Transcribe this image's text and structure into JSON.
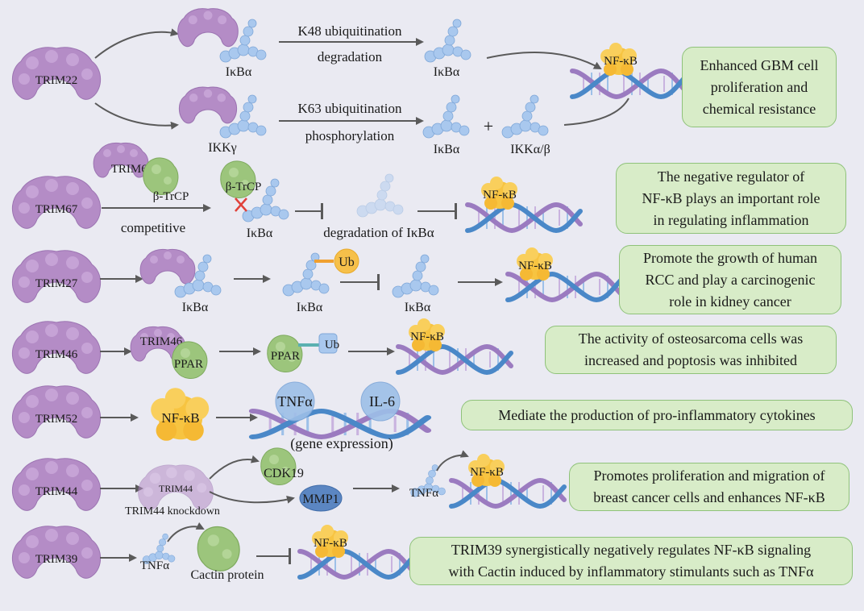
{
  "colors": {
    "background": "#eaeaf2",
    "trim_protein": "#b48cc6",
    "ikb_protein": "#a9c8ee",
    "nfkb_complex": "#f7c441",
    "green_protein": "#9cc57c",
    "ub_circle": "#f6c04a",
    "cytokine_circle": "#9dbfe8",
    "dna_strand_purple": "#9b7bc0",
    "dna_strand_blue": "#4a88c8",
    "box_fill": "#d8ecc8",
    "box_border": "#8fc27a",
    "arrow": "#5a5a5a"
  },
  "rows": {
    "trim22": {
      "name": "TRIM22",
      "k48_label": "K48 ubiquitination",
      "degradation_label": "degradation",
      "ikba_1": "IκBα",
      "ikba_2": "IκBα",
      "k63_label": "K63 ubiquitination",
      "phosphorylation_label": "phosphorylation",
      "ikkg": "IKKγ",
      "ikba_3": "IκBα",
      "plus": "+",
      "ikkab": "IKKα/β",
      "nfkb": "NF-κB",
      "outcome": "Enhanced GBM cell\nproliferation and\nchemical resistance"
    },
    "trim67": {
      "name": "TRIM67",
      "trim67_small": "TRIM67",
      "btrcp_1": "β-TrCP",
      "competitive": "competitive",
      "btrcp_2": "β-TrCP",
      "ikba": "IκBα",
      "degradation": "degradation of IκBα",
      "nfkb": "NF-κB",
      "outcome": "The negative regulator of\nNF-κB plays an important role\nin regulating inflammation"
    },
    "trim27": {
      "name": "TRIM27",
      "ikba_1": "IκBα",
      "ub": "Ub",
      "ikba_2": "IκBα",
      "ikba_3": "IκBα",
      "nfkb": "NF-κB",
      "outcome": "Promote the growth of human\nRCC and play a carcinogenic\nrole in kidney cancer"
    },
    "trim46": {
      "name": "TRIM46",
      "trim46_small": "TRIM46",
      "ppar_1": "PPAR",
      "ppar_2": "PPAR",
      "ub": "Ub",
      "nfkb": "NF-κB",
      "outcome": "The activity of osteosarcoma cells was\nincreased and poptosis was inhibited"
    },
    "trim52": {
      "name": "TRIM52",
      "nfkb": "NF-κB",
      "tnfa": "TNFα",
      "il6": "IL-6",
      "gene_expression": "(gene expression)",
      "outcome": "Mediate the production of pro-inflammatory cytokines"
    },
    "trim44": {
      "name": "TRIM44",
      "trim44_small": "TRIM44",
      "knockdown": "TRIM44 knockdown",
      "cdk19": "CDK19",
      "mmp1": "MMP1",
      "tnfa": "TNFα",
      "nfkb": "NF-κB",
      "outcome": "Promotes proliferation and migration of\nbreast cancer cells and enhances NF-κB"
    },
    "trim39": {
      "name": "TRIM39",
      "tnfa": "TNFα",
      "cactin": "Cactin protein",
      "nfkb": "NF-κB",
      "outcome": "TRIM39 synergistically negatively regulates NF-κB signaling\nwith Cactin induced by inflammatory stimulants such as TNFα"
    }
  }
}
